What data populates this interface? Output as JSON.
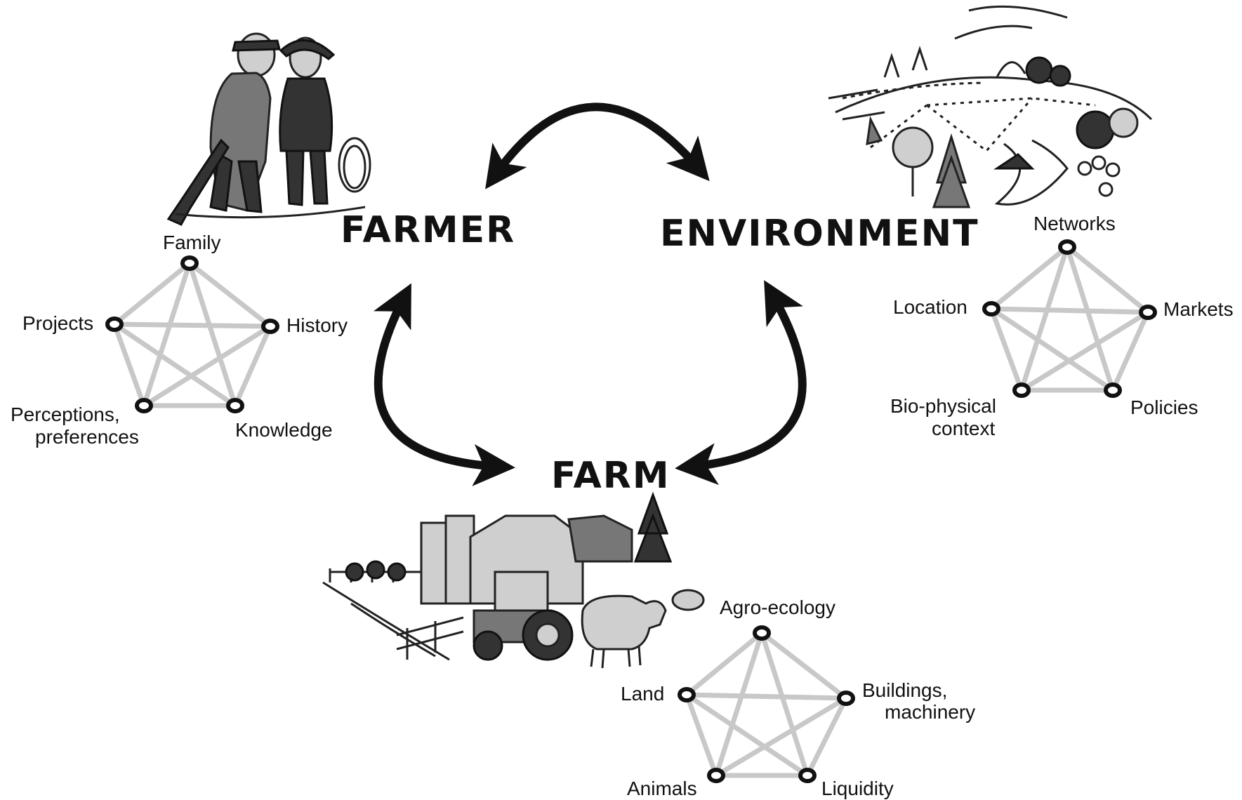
{
  "titles": {
    "farmer": "FARMER",
    "environment": "ENVIRONMENT",
    "farm": "FARM"
  },
  "farmer_nodes": {
    "family": "Family",
    "history": "History",
    "knowledge": "Knowledge",
    "perceptions_line1": "Perceptions,",
    "perceptions_line2": "preferences",
    "projects": "Projects"
  },
  "environment_nodes": {
    "networks": "Networks",
    "markets": "Markets",
    "policies": "Policies",
    "biophysical_line1": "Bio-physical",
    "biophysical_line2": "context",
    "location": "Location"
  },
  "farm_nodes": {
    "agroecology": "Agro-ecology",
    "buildings_line1": "Buildings,",
    "buildings_line2": "machinery",
    "liquidity": "Liquidity",
    "animals": "Animals",
    "land": "Land"
  },
  "colors": {
    "ink": "#111111",
    "star_lines": "#c8c8c8",
    "background": "#ffffff"
  },
  "icons": {
    "farmer_illustration": "farmer-couple-illustration",
    "environment_illustration": "landscape-illustration",
    "farm_illustration": "farm-tractor-cow-illustration"
  }
}
